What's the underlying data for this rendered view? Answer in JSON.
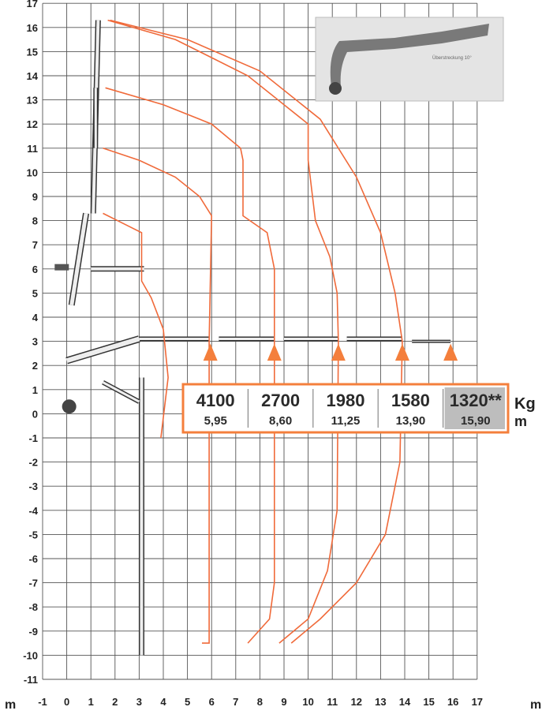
{
  "chart_data": {
    "type": "line",
    "description_free": true,
    "xlim": [
      -1,
      17
    ],
    "ylim": [
      -11,
      17
    ],
    "grid": true,
    "x_ticks": [
      "-1",
      "0",
      "1",
      "2",
      "3",
      "4",
      "5",
      "6",
      "7",
      "8",
      "9",
      "10",
      "11",
      "12",
      "13",
      "14",
      "15",
      "16",
      "17"
    ],
    "y_ticks": [
      "17",
      "16",
      "15",
      "14",
      "13",
      "12",
      "11",
      "10",
      "9",
      "8",
      "7",
      "6",
      "5",
      "4",
      "3",
      "2",
      "1",
      "0",
      "-1",
      "-2",
      "-3",
      "-4",
      "-5",
      "-6",
      "-7",
      "-8",
      "-9",
      "-10",
      "-11"
    ],
    "axis_unit_x": "m",
    "axis_unit_y": "m",
    "load_unit": "Kg",
    "reach_unit": "m",
    "capacities": [
      {
        "load": "4100",
        "reach": "5,95",
        "x": 5.95
      },
      {
        "load": "2700",
        "reach": "8,60",
        "x": 8.6
      },
      {
        "load": "1980",
        "reach": "11,25",
        "x": 11.25
      },
      {
        "load": "1580",
        "reach": "13,90",
        "x": 13.9
      },
      {
        "load": "1320**",
        "reach": "15,90",
        "x": 15.9
      }
    ],
    "envelopes": [
      {
        "points": [
          [
            1.5,
            8.3
          ],
          [
            2.5,
            7.8
          ],
          [
            3.1,
            7.5
          ],
          [
            3.1,
            5.5
          ],
          [
            3.5,
            4.8
          ],
          [
            4.0,
            3.5
          ],
          [
            4.2,
            1.5
          ],
          [
            3.9,
            -1.0
          ]
        ]
      },
      {
        "points": [
          [
            1.5,
            11.0
          ],
          [
            3.0,
            10.5
          ],
          [
            4.5,
            9.8
          ],
          [
            5.5,
            9.0
          ],
          [
            6.0,
            8.2
          ],
          [
            5.9,
            3.0
          ],
          [
            5.9,
            -9.5
          ],
          [
            5.6,
            -9.5
          ]
        ]
      },
      {
        "points": [
          [
            1.6,
            13.5
          ],
          [
            4.0,
            12.8
          ],
          [
            6.0,
            12.0
          ],
          [
            7.2,
            11.0
          ],
          [
            7.3,
            10.5
          ],
          [
            7.3,
            8.2
          ],
          [
            8.3,
            7.5
          ],
          [
            8.6,
            6.0
          ],
          [
            8.6,
            3.0
          ],
          [
            8.6,
            -7.0
          ],
          [
            8.4,
            -8.5
          ],
          [
            7.5,
            -9.5
          ]
        ]
      },
      {
        "points": [
          [
            1.7,
            16.3
          ],
          [
            4.5,
            15.5
          ],
          [
            7.5,
            14.0
          ],
          [
            9.0,
            12.8
          ],
          [
            10.0,
            12.0
          ],
          [
            10.0,
            10.5
          ],
          [
            10.3,
            8.0
          ],
          [
            10.9,
            6.5
          ],
          [
            11.2,
            5.0
          ],
          [
            11.25,
            3.0
          ],
          [
            11.2,
            -4.0
          ],
          [
            10.8,
            -6.5
          ],
          [
            10.0,
            -8.5
          ],
          [
            8.8,
            -9.5
          ]
        ]
      },
      {
        "points": [
          [
            1.8,
            16.3
          ],
          [
            5.0,
            15.5
          ],
          [
            8.0,
            14.2
          ],
          [
            10.5,
            12.2
          ],
          [
            12.0,
            9.8
          ],
          [
            13.0,
            7.5
          ],
          [
            13.6,
            5.0
          ],
          [
            13.9,
            3.0
          ],
          [
            13.8,
            -2.0
          ],
          [
            13.2,
            -5.0
          ],
          [
            12.0,
            -7.0
          ],
          [
            10.5,
            -8.5
          ],
          [
            9.3,
            -9.5
          ]
        ]
      }
    ],
    "inset_caption": "Überstreckung 10°"
  }
}
